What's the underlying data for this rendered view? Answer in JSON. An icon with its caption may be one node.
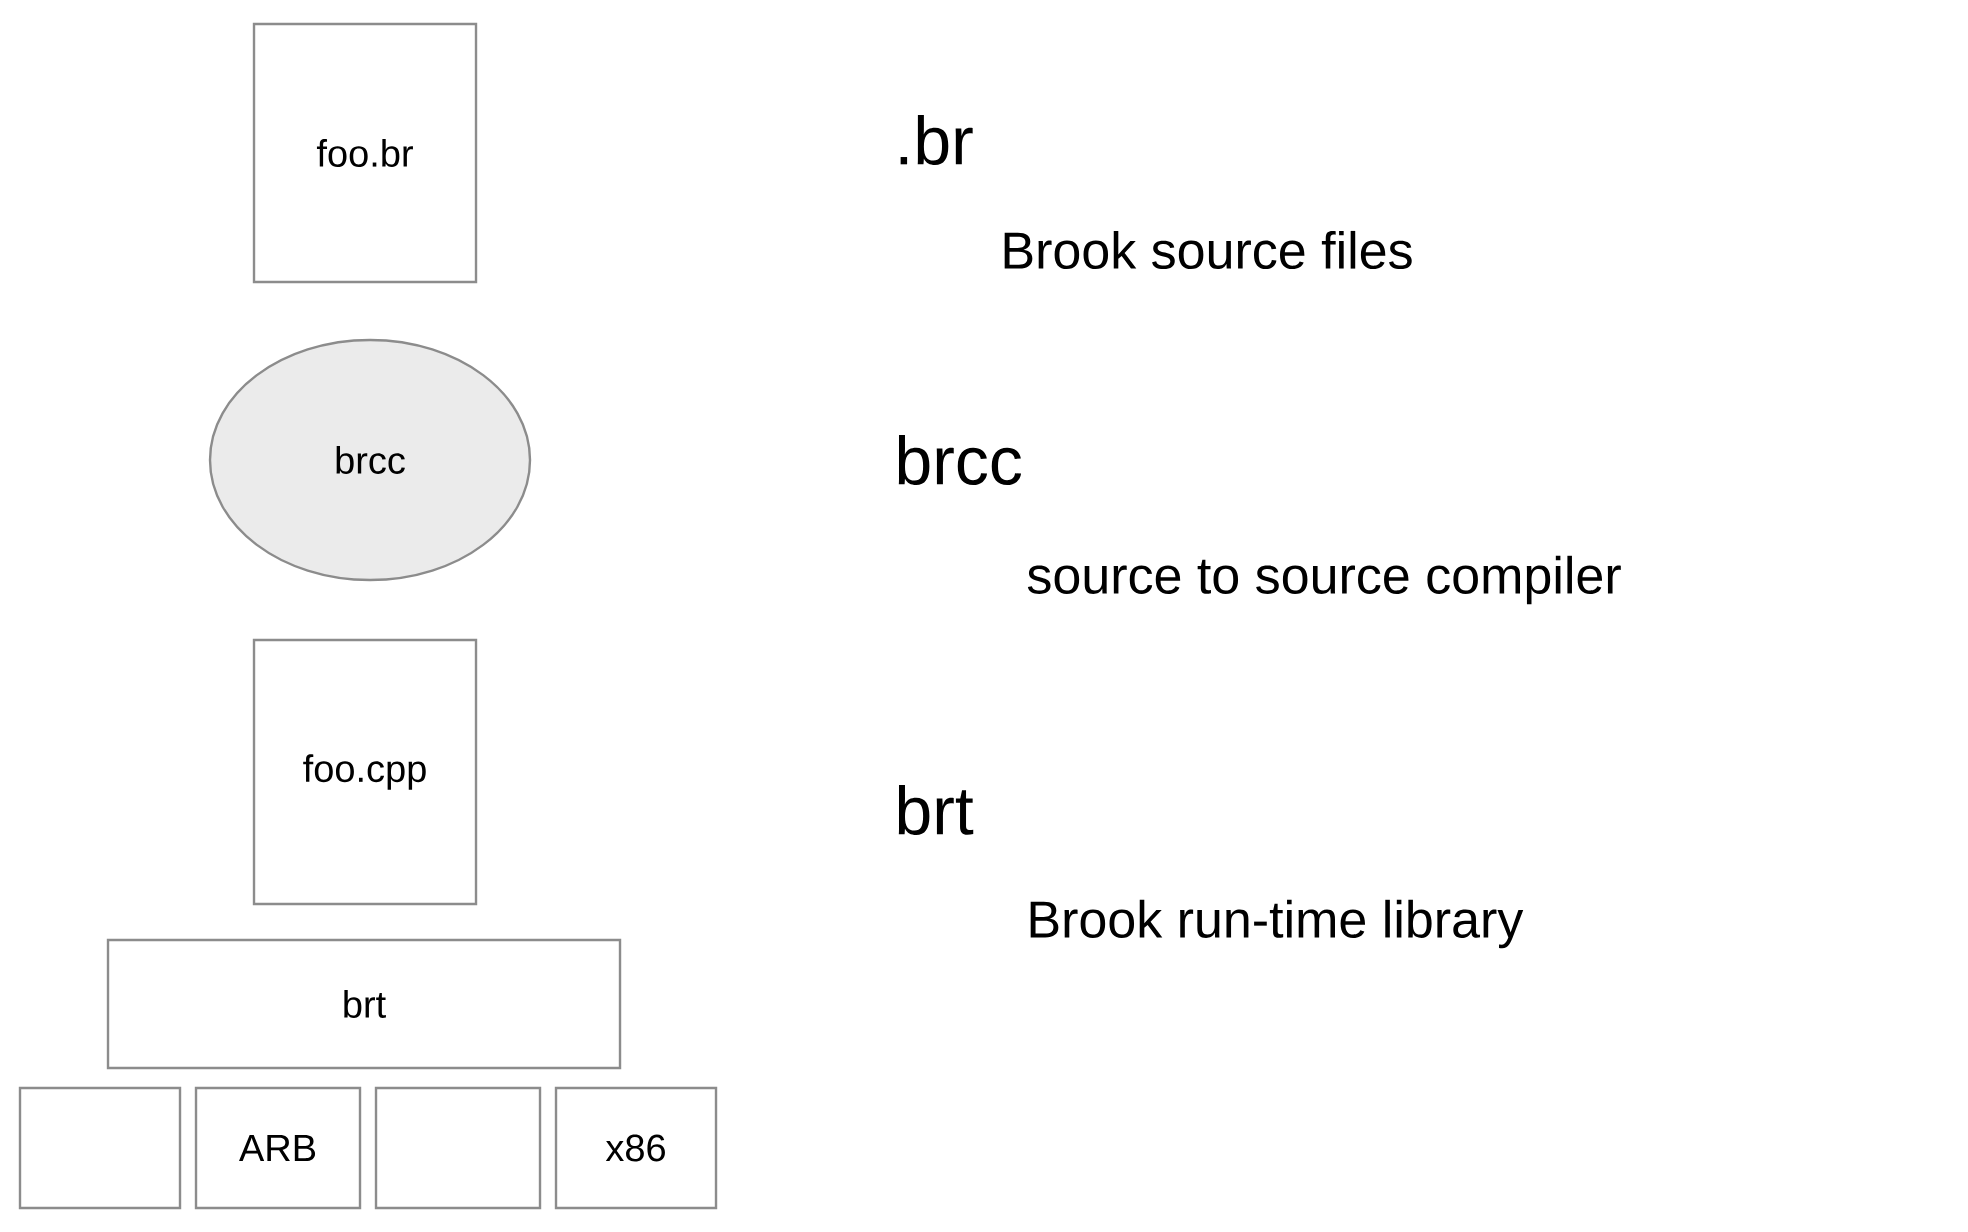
{
  "diagram": {
    "nodes": [
      {
        "text": [
          "foo.br"
        ]
      },
      {
        "text": [
          "brcc"
        ]
      },
      {
        "text": [
          "foo.cpp"
        ]
      },
      {
        "text": [
          "brt"
        ]
      },
      {
        "text": [],
        "shape": "box"
      },
      {
        "text": [
          "ARB"
        ]
      },
      {
        "text": [],
        "shape": "box"
      },
      {
        "text": [
          "x86"
        ]
      }
    ],
    "labels": [
      ".br",
      "Brook source files",
      "brcc",
      "source to source compiler",
      "brt",
      "Brook run-time library"
    ]
  }
}
